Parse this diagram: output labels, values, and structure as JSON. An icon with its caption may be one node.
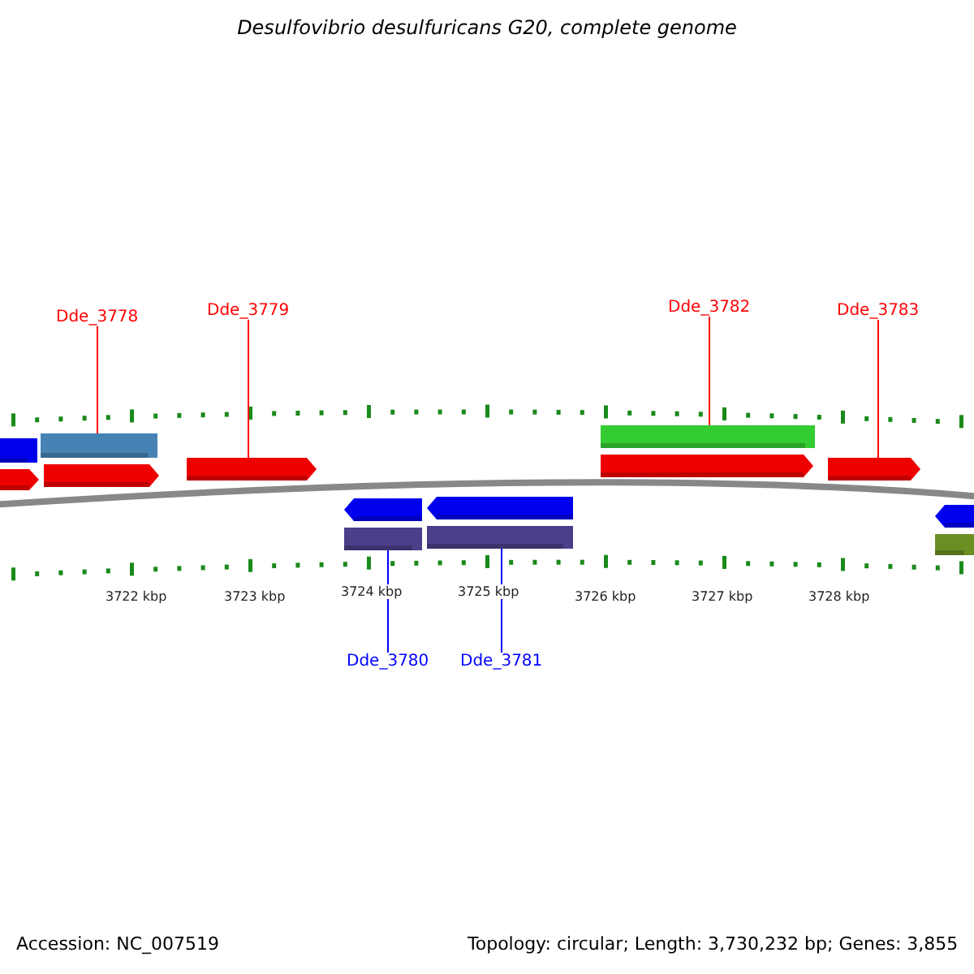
{
  "diagram": {
    "title": "Desulfovibrio desulfuricans G20, complete genome",
    "nodes": [
      {
        "text": [
          "Dde_3778"
        ]
      },
      {
        "text": [
          "Dde_3779"
        ]
      },
      {
        "text": [
          "Dde_3782"
        ]
      },
      {
        "text": [
          "Dde_3783"
        ]
      },
      {
        "text": [
          "Dde_3780"
        ]
      },
      {
        "text": [
          "Dde_3781"
        ]
      },
      {
        "text": [],
        "shape": "bar"
      },
      {
        "text": [],
        "shape": "bar"
      },
      {
        "text": [],
        "shape": "bar"
      },
      {
        "text": [],
        "shape": "arrow"
      },
      {
        "text": [],
        "shape": "arrow"
      },
      {
        "text": [],
        "shape": "arrow"
      },
      {
        "text": [],
        "shape": "arrow"
      },
      {
        "text": [],
        "shape": "arrow"
      },
      {
        "text": [],
        "shape": "arrow"
      },
      {
        "text": [],
        "shape": "arrow"
      },
      {
        "text": [],
        "shape": "arrow"
      },
      {
        "text": [],
        "shape": "bar"
      },
      {
        "text": [],
        "shape": "bar"
      },
      {
        "text": [],
        "shape": "bar"
      }
    ],
    "edges": [
      {
        "from": 0,
        "to": 7,
        "arrow": "none"
      },
      {
        "from": 1,
        "to": 11,
        "arrow": "none"
      },
      {
        "from": 2,
        "to": 8,
        "arrow": "none"
      },
      {
        "from": 3,
        "to": 13,
        "arrow": "none"
      },
      {
        "from": 4,
        "to": 17,
        "arrow": "none",
        "color": "#0000ff"
      },
      {
        "from": 5,
        "to": 18,
        "arrow": "none",
        "color": "#0000ff"
      }
    ],
    "labels": [
      "3722 kbp",
      "3723 kbp",
      "3724 kbp",
      "3725 kbp",
      "3726 kbp",
      "3727 kbp",
      "3728 kbp",
      "Accession: NC_007519",
      "Topology: circular; Length: 3,730,232 bp; Genes: 3,855"
    ]
  }
}
